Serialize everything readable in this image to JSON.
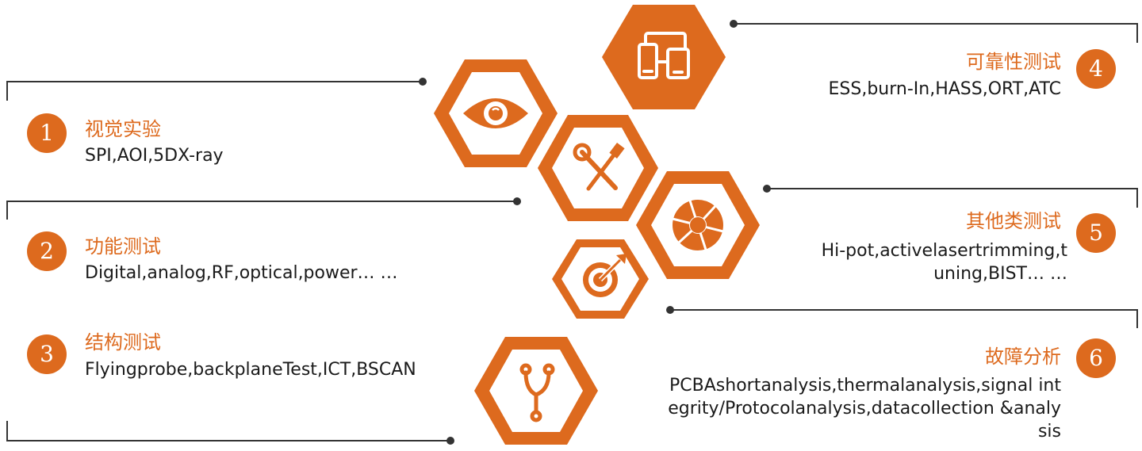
{
  "colors": {
    "accent": "#dd6a1e",
    "line": "#333333",
    "text": "#1a1a1a"
  },
  "items": [
    {
      "number": "1",
      "title": "视觉实验",
      "desc": "SPI,AOI,5DX-ray"
    },
    {
      "number": "2",
      "title": "功能测试",
      "desc": "Digital,analog,RF,optical,power… …"
    },
    {
      "number": "3",
      "title": "结构测试",
      "desc": "Flyingprobe,backplaneTest,ICT,BSCAN"
    },
    {
      "number": "4",
      "title": "可靠性测试",
      "desc": "ESS,burn-In,HASS,ORT,ATC"
    },
    {
      "number": "5",
      "title": "其他类测试",
      "desc": "Hi-pot,activelasertrimming,tuning,BIST… …"
    },
    {
      "number": "6",
      "title": "故障分析",
      "desc": "PCBAshortanalysis,thermalanalysis,signal integrity/Protocolanalysis,datacollection &analysis"
    }
  ],
  "hexagons": [
    {
      "icon": "devices-icon"
    },
    {
      "icon": "eye-icon"
    },
    {
      "icon": "tools-icon"
    },
    {
      "icon": "aperture-icon"
    },
    {
      "icon": "target-icon"
    },
    {
      "icon": "branch-icon"
    }
  ]
}
